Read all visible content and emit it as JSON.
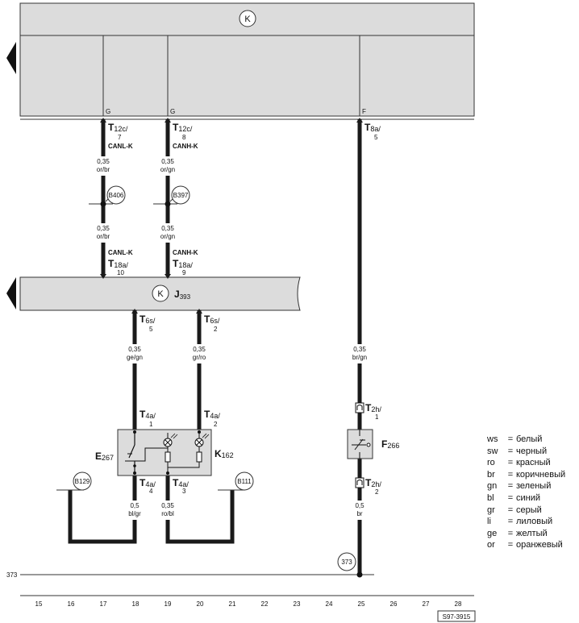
{
  "modules": {
    "top": {
      "symbol": "K"
    },
    "j393": {
      "symbol": "K",
      "label_main": "J",
      "label_sub": "393"
    }
  },
  "top_taps": [
    {
      "letter": "G"
    },
    {
      "letter": "G"
    },
    {
      "letter": "F"
    }
  ],
  "connectors": {
    "t12c_7": {
      "main": "T",
      "sub": "12c/",
      "pin": "7",
      "signal": "CANL-K"
    },
    "t12c_8": {
      "main": "T",
      "sub": "12c/",
      "pin": "8",
      "signal": "CANH-K"
    },
    "t8a_5": {
      "main": "T",
      "sub": "8a/",
      "pin": "5"
    },
    "t18a_10": {
      "main": "T",
      "sub": "18a/",
      "pin": "10",
      "signal": "CANL-K"
    },
    "t18a_9": {
      "main": "T",
      "sub": "18a/",
      "pin": "9",
      "signal": "CANH-K"
    },
    "t6s_5": {
      "main": "T",
      "sub": "6s/",
      "pin": "5"
    },
    "t6s_2": {
      "main": "T",
      "sub": "6s/",
      "pin": "2"
    },
    "t4a_1": {
      "main": "T",
      "sub": "4a/",
      "pin": "1"
    },
    "t4a_2": {
      "main": "T",
      "sub": "4a/",
      "pin": "2"
    },
    "t4a_4": {
      "main": "T",
      "sub": "4a/",
      "pin": "4"
    },
    "t4a_3": {
      "main": "T",
      "sub": "4a/",
      "pin": "3"
    },
    "t2h_1": {
      "main": "T",
      "sub": "2h/",
      "pin": "1"
    },
    "t2h_2": {
      "main": "T",
      "sub": "2h/",
      "pin": "2"
    }
  },
  "wires": {
    "w17a": {
      "size": "0,35",
      "color": "or/br"
    },
    "w19a": {
      "size": "0,35",
      "color": "or/gn"
    },
    "w17b": {
      "size": "0,35",
      "color": "or/br"
    },
    "w19b": {
      "size": "0,35",
      "color": "or/gn"
    },
    "w18": {
      "size": "0,35",
      "color": "ge/gn"
    },
    "w20": {
      "size": "0,35",
      "color": "gr/ro"
    },
    "w25a": {
      "size": "0,35",
      "color": "br/gn"
    },
    "w18b": {
      "size": "0,5",
      "color": "bl/gr"
    },
    "w19c": {
      "size": "0,35",
      "color": "ro/bl"
    },
    "w25b": {
      "size": "0,5",
      "color": "br"
    }
  },
  "junctions": [
    "B406",
    "B397",
    "B129",
    "B111",
    "373"
  ],
  "components": {
    "e267": {
      "main": "E",
      "sub": "267"
    },
    "k162": {
      "main": "K",
      "sub": "162"
    },
    "f266": {
      "main": "F",
      "sub": "266"
    }
  },
  "ground_line_label": "373",
  "current_tracks": [
    "15",
    "16",
    "17",
    "18",
    "19",
    "20",
    "21",
    "22",
    "23",
    "24",
    "25",
    "26",
    "27",
    "28"
  ],
  "figure_code": "S97-3915",
  "legend": [
    {
      "code": "ws",
      "name": "белый"
    },
    {
      "code": "sw",
      "name": "черный"
    },
    {
      "code": "ro",
      "name": "красный"
    },
    {
      "code": "br",
      "name": "коричневый"
    },
    {
      "code": "gn",
      "name": "зеленый"
    },
    {
      "code": "bl",
      "name": "синий"
    },
    {
      "code": "gr",
      "name": "серый"
    },
    {
      "code": "li",
      "name": "лиловый"
    },
    {
      "code": "ge",
      "name": "желтый"
    },
    {
      "code": "or",
      "name": "оранжевый"
    }
  ]
}
